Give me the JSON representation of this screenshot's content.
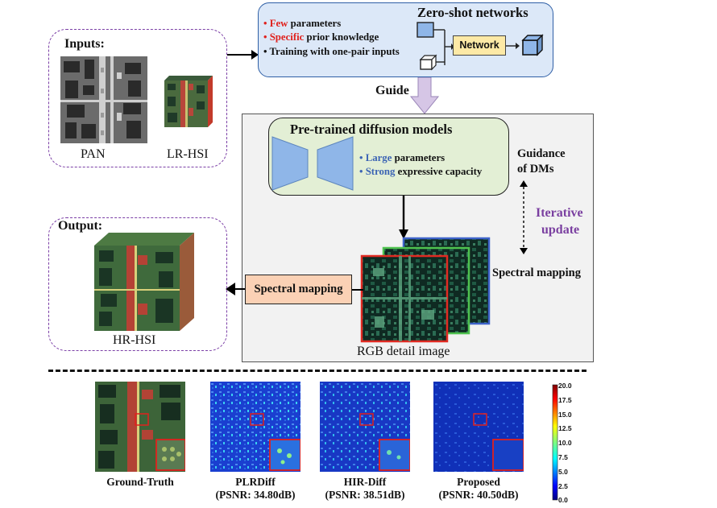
{
  "inputs": {
    "title": "Inputs:",
    "pan_label": "PAN",
    "lrhsi_label": "LR-HSI"
  },
  "zero_shot": {
    "title": "Zero-shot  networks",
    "b1_hl": "Few",
    "b1_rest": " parameters",
    "b2_hl": "Specific",
    "b2_rest": " prior knowledge",
    "b3": "Training with one-pair inputs",
    "network_label": "Network"
  },
  "guide_label": "Guide",
  "diffusion": {
    "title": "Pre-trained diffusion models",
    "b1_hl": "Large",
    "b1_rest": " parameters",
    "b2_hl": "Strong",
    "b2_rest": " expressive capacity"
  },
  "guidance_label_1": "Guidance",
  "guidance_label_2": "of DMs",
  "iterative_1": "Iterative",
  "iterative_2": "update",
  "spectral_mapping_right": "Spectral mapping",
  "spectral_mapping_box": "Spectral mapping",
  "rgb_label": "RGB detail image",
  "output": {
    "title": "Output:",
    "label": "HR-HSI"
  },
  "comparison": [
    {
      "line1": "Ground-Truth",
      "line2": ""
    },
    {
      "line1": "PLRDiff",
      "line2": "(PSNR: 34.80dB)"
    },
    {
      "line1": "HIR-Diff",
      "line2": "(PSNR: 38.51dB)"
    },
    {
      "line1": "Proposed",
      "line2": "(PSNR: 40.50dB)"
    }
  ],
  "colorbar_ticks": [
    "20.0",
    "17.5",
    "15.0",
    "12.5",
    "10.0",
    "7.5",
    "5.0",
    "2.5",
    "0.0"
  ],
  "colors": {
    "purple": "#7b3fa6",
    "red": "#e0211d",
    "blue": "#3c64b4"
  }
}
